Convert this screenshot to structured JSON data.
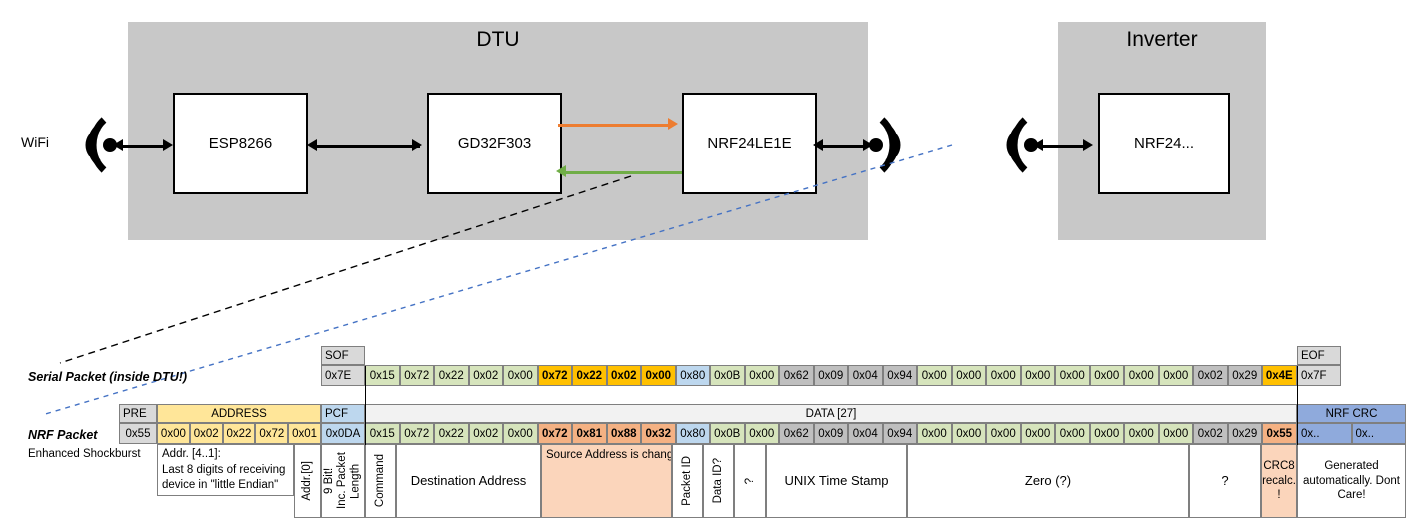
{
  "diagram": {
    "dtu": {
      "title": "DTU",
      "chips": [
        {
          "label": "ESP8266"
        },
        {
          "label": "GD32F303"
        },
        {
          "label": "NRF24LE1E"
        }
      ]
    },
    "inverter": {
      "title": "Inverter",
      "chips": [
        {
          "label": "NRF24..."
        }
      ]
    },
    "wifi_label": "WiFi"
  },
  "serial_packet": {
    "label": "Serial Packet (inside DTU!)",
    "sof_header": "SOF",
    "eof_header": "EOF",
    "sof_value": "0x7E",
    "eof_value": "0x7F",
    "bytes": [
      {
        "v": "0x15",
        "c": "c-green"
      },
      {
        "v": "0x72",
        "c": "c-green"
      },
      {
        "v": "0x22",
        "c": "c-green"
      },
      {
        "v": "0x02",
        "c": "c-green"
      },
      {
        "v": "0x00",
        "c": "c-green"
      },
      {
        "v": "0x72",
        "c": "c-amber"
      },
      {
        "v": "0x22",
        "c": "c-amber"
      },
      {
        "v": "0x02",
        "c": "c-amber"
      },
      {
        "v": "0x00",
        "c": "c-amber"
      },
      {
        "v": "0x80",
        "c": "c-blue"
      },
      {
        "v": "0x0B",
        "c": "c-green"
      },
      {
        "v": "0x00",
        "c": "c-green"
      },
      {
        "v": "0x62",
        "c": "c-dgrey"
      },
      {
        "v": "0x09",
        "c": "c-dgrey"
      },
      {
        "v": "0x04",
        "c": "c-dgrey"
      },
      {
        "v": "0x94",
        "c": "c-dgrey"
      },
      {
        "v": "0x00",
        "c": "c-green"
      },
      {
        "v": "0x00",
        "c": "c-green"
      },
      {
        "v": "0x00",
        "c": "c-green"
      },
      {
        "v": "0x00",
        "c": "c-green"
      },
      {
        "v": "0x00",
        "c": "c-green"
      },
      {
        "v": "0x00",
        "c": "c-green"
      },
      {
        "v": "0x00",
        "c": "c-green"
      },
      {
        "v": "0x00",
        "c": "c-green"
      },
      {
        "v": "0x02",
        "c": "c-dgrey"
      },
      {
        "v": "0x29",
        "c": "c-dgrey"
      },
      {
        "v": "0x4E",
        "c": "c-amber"
      }
    ]
  },
  "nrf_packet": {
    "label": "NRF Packet",
    "sublabel": "Enhanced Shockburst",
    "headers": {
      "pre": "PRE",
      "address": "ADDRESS",
      "pcf": "PCF",
      "data": "DATA [27]",
      "crc": "NRF CRC"
    },
    "pre_value": "0x55",
    "address_values": [
      "0x00",
      "0x02",
      "0x22",
      "0x72",
      "0x01"
    ],
    "pcf_value": "0x0DA",
    "crc_values": [
      "0x..",
      "0x.."
    ],
    "bytes": [
      {
        "v": "0x15",
        "c": "c-green"
      },
      {
        "v": "0x72",
        "c": "c-green"
      },
      {
        "v": "0x22",
        "c": "c-green"
      },
      {
        "v": "0x02",
        "c": "c-green"
      },
      {
        "v": "0x00",
        "c": "c-green"
      },
      {
        "v": "0x72",
        "c": "c-salmon"
      },
      {
        "v": "0x81",
        "c": "c-salmon"
      },
      {
        "v": "0x88",
        "c": "c-salmon"
      },
      {
        "v": "0x32",
        "c": "c-salmon"
      },
      {
        "v": "0x80",
        "c": "c-blue"
      },
      {
        "v": "0x0B",
        "c": "c-green"
      },
      {
        "v": "0x00",
        "c": "c-green"
      },
      {
        "v": "0x62",
        "c": "c-dgrey"
      },
      {
        "v": "0x09",
        "c": "c-dgrey"
      },
      {
        "v": "0x04",
        "c": "c-dgrey"
      },
      {
        "v": "0x94",
        "c": "c-dgrey"
      },
      {
        "v": "0x00",
        "c": "c-green"
      },
      {
        "v": "0x00",
        "c": "c-green"
      },
      {
        "v": "0x00",
        "c": "c-green"
      },
      {
        "v": "0x00",
        "c": "c-green"
      },
      {
        "v": "0x00",
        "c": "c-green"
      },
      {
        "v": "0x00",
        "c": "c-green"
      },
      {
        "v": "0x00",
        "c": "c-green"
      },
      {
        "v": "0x00",
        "c": "c-green"
      },
      {
        "v": "0x02",
        "c": "c-dgrey"
      },
      {
        "v": "0x29",
        "c": "c-dgrey"
      },
      {
        "v": "0x55",
        "c": "c-salmon"
      }
    ],
    "descriptions": {
      "address_block": "Addr. [4..1]:\nLast 8 digits of receiving device in \"little Endian\"",
      "addr0": "Addr.[0]",
      "pcf": "9 Bit!\nInc. Packet Length",
      "command": "Command",
      "destination": "Destination Address",
      "source": "Source Address is changed to DTU serial nr. in NRF!",
      "packet_id": "Packet ID",
      "data_id": "Data ID?",
      "unknown1": "?",
      "timestamp": "UNIX Time Stamp",
      "zero": "Zero (?)",
      "unknown2": "?",
      "crc8": "CRC8 recalc. !",
      "crc_note": "Generated automatically. Dont Care!"
    }
  },
  "colors": {
    "enclosure": "#c8c8c8",
    "orange_arrow": "#ED7D31",
    "green_arrow": "#70AD47",
    "amber": "#ffc000",
    "salmon": "#f4b183",
    "nrf_blue": "#8faadc",
    "green_cell": "#d6e4bc"
  }
}
